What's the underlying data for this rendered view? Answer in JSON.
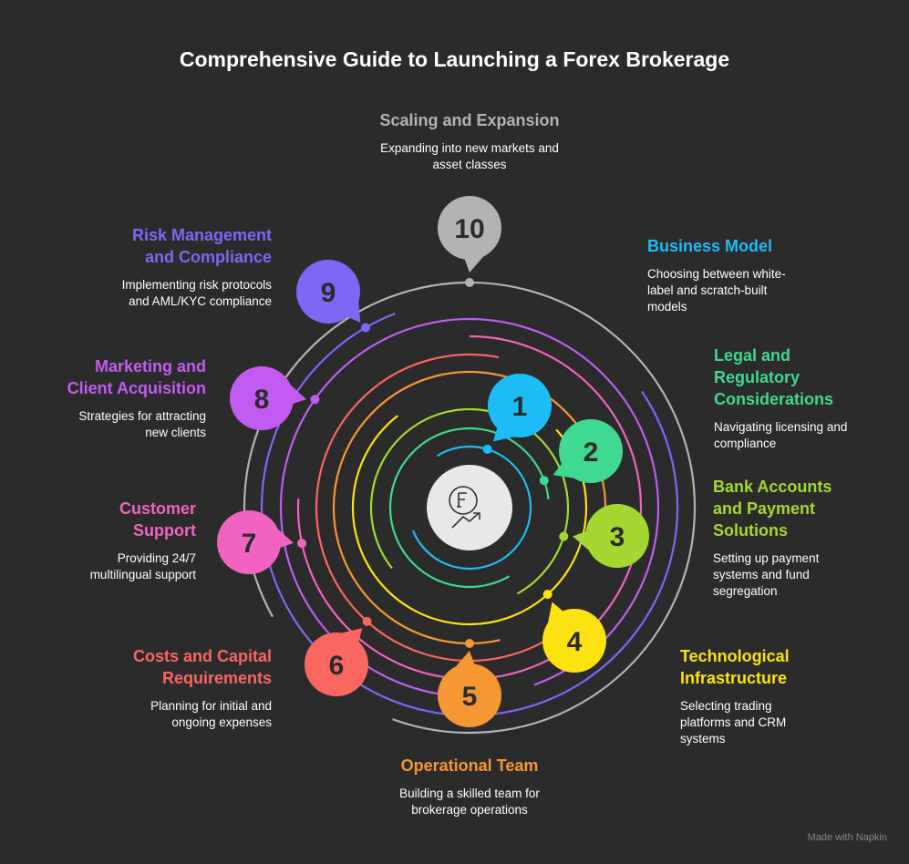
{
  "title": "Comprehensive Guide to Launching a Forex Brokerage",
  "center_icon": "forex-growth-icon",
  "steps": [
    {
      "num": "1",
      "title": "Business Model",
      "desc": "Choosing between white-label and scratch-built models",
      "color": "#1ebcf5"
    },
    {
      "num": "2",
      "title": "Legal and Regulatory Considerations",
      "desc": "Navigating licensing and compliance",
      "color": "#3fd98f"
    },
    {
      "num": "3",
      "title": "Bank Accounts and Payment Solutions",
      "desc": "Setting up payment systems and fund segregation",
      "color": "#a3d833"
    },
    {
      "num": "4",
      "title": "Technological Infrastructure",
      "desc": "Selecting trading platforms and CRM systems",
      "color": "#fde212"
    },
    {
      "num": "5",
      "title": "Operational Team",
      "desc": "Building a skilled team for brokerage operations",
      "color": "#f59733"
    },
    {
      "num": "6",
      "title": "Costs and Capital Requirements",
      "desc": "Planning for initial and ongoing expenses",
      "color": "#fa6660"
    },
    {
      "num": "7",
      "title": "Customer Support",
      "desc": "Providing 24/7 multilingual support",
      "color": "#f064c0"
    },
    {
      "num": "8",
      "title": "Marketing and Client Acquisition",
      "desc": "Strategies for attracting new clients",
      "color": "#c25cf0"
    },
    {
      "num": "9",
      "title": "Risk Management and Compliance",
      "desc": "Implementing risk protocols and AML/KYC compliance",
      "color": "#7f66f5"
    },
    {
      "num": "10",
      "title": "Scaling and Expansion",
      "desc": "Expanding into new markets and asset classes",
      "color": "#b3b3b3"
    }
  ],
  "footer": "Made with Napkin"
}
